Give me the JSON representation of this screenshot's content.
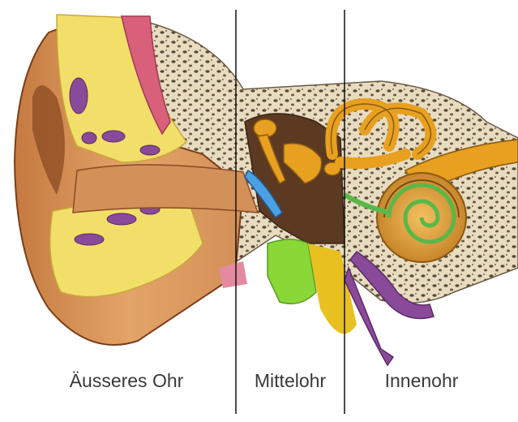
{
  "diagram": {
    "regions": [
      {
        "key": "outer",
        "label": "Äusseres Ohr"
      },
      {
        "key": "middle",
        "label": "Mittelohr"
      },
      {
        "key": "inner",
        "label": "Innenohr"
      }
    ]
  },
  "colors": {
    "background": "#ffffff",
    "skin": "#d9955a",
    "skin_dark": "#8a4a22",
    "cartilage_yellow": "#f2df6a",
    "vessel_purple": "#8a4a9a",
    "vessel_pink": "#d8607a",
    "bone": "#e8dcc0",
    "bone_pores": "#5a4a3a",
    "cavity": "#5c3a22",
    "ossicle_gold": "#e8a020",
    "eardrum_blue": "#4aa0e0",
    "nerve_green": "#58b848",
    "tube_green": "#8ad838",
    "divider": "#111111",
    "label_text": "#3a3a3a"
  }
}
